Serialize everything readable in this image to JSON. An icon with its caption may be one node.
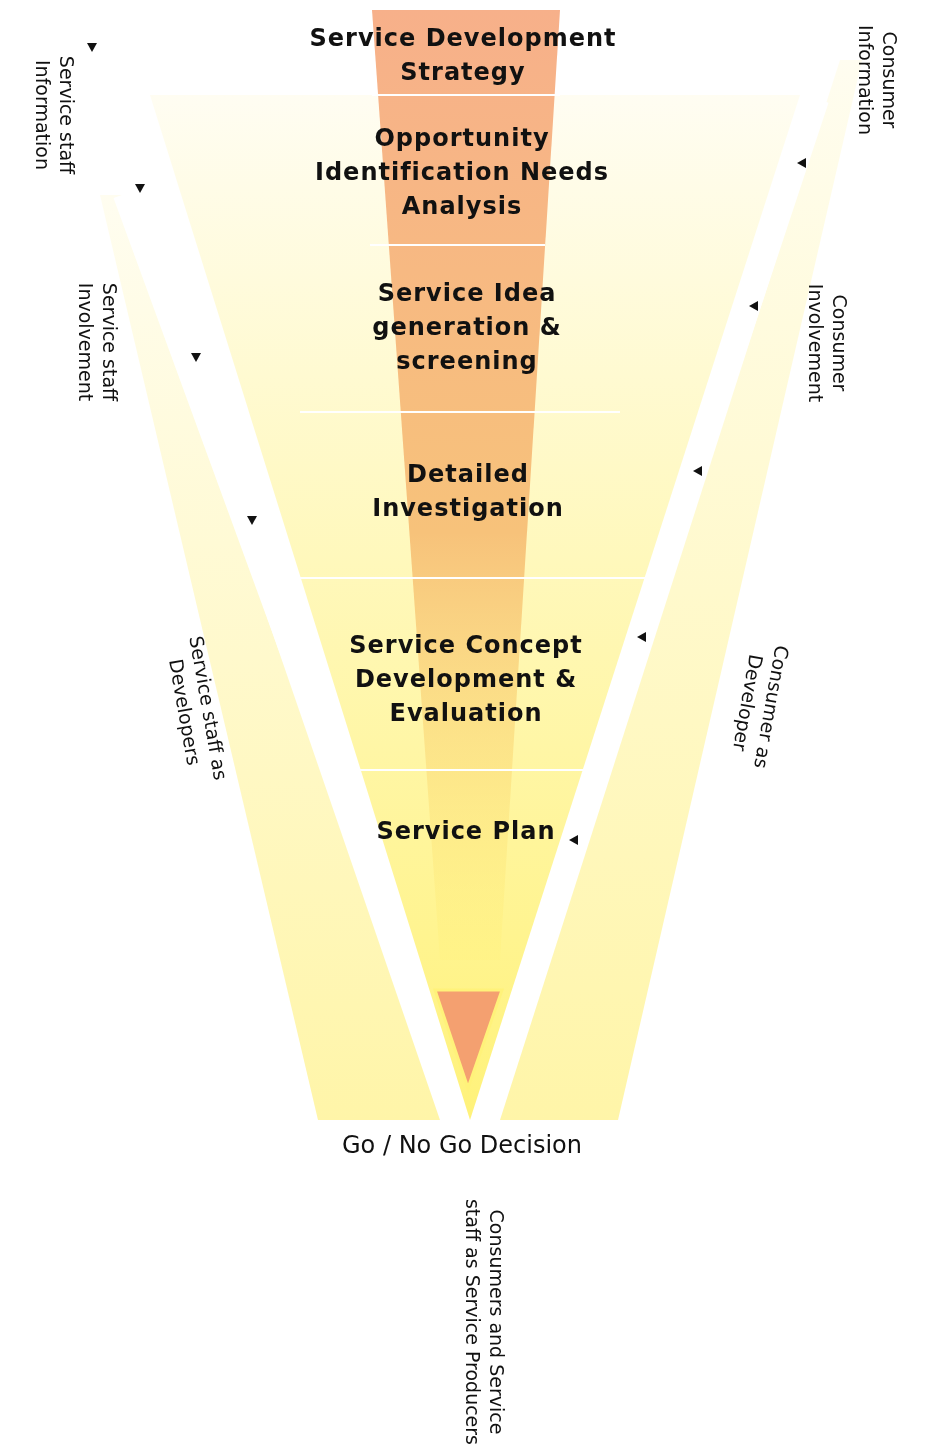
{
  "diagram": {
    "nodes": [
      {
        "text": [
          "Service Development Strategy"
        ]
      },
      {
        "text": [
          "Opportunity Identification Needs Analysis"
        ]
      },
      {
        "text": [
          "Service Idea generation & screening"
        ]
      },
      {
        "text": [
          "Detailed Investigation"
        ]
      },
      {
        "text": [
          "Service Concept Development & Evaluation"
        ]
      },
      {
        "text": [
          "Service Plan"
        ]
      }
    ],
    "labels": [
      "Service staff Information",
      "Consumer Information",
      "Service staff Involvement",
      "Consumer Involvement",
      "Service staff as Developers",
      "Consumer as Developer",
      "Go / No Go Decision",
      "Consumers and Service staff as Service Producers"
    ]
  }
}
